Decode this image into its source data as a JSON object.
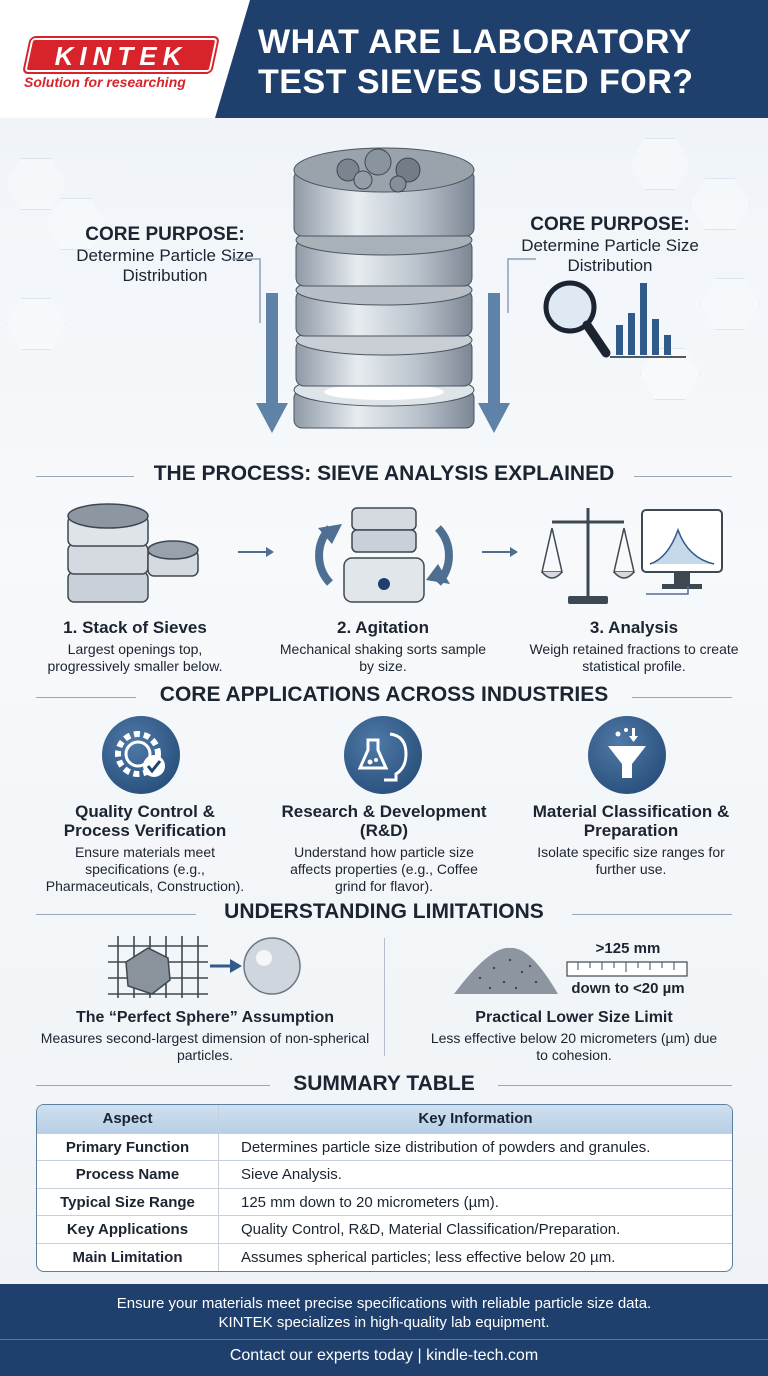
{
  "header": {
    "logo_text": "KINTEK",
    "logo_tagline": "Solution for researching",
    "title": "WHAT ARE LABORATORY TEST SIEVES USED FOR?"
  },
  "hero": {
    "left_heading": "CORE PURPOSE:",
    "left_sub": "Determine Particle Size Distribution",
    "right_heading": "CORE PURPOSE:",
    "right_sub": "Determine Particle Size Distribution"
  },
  "process": {
    "heading": "THE PROCESS: SIEVE ANALYSIS EXPLAINED",
    "steps": [
      {
        "title": "1. Stack of Sieves",
        "desc": "Largest openings top, progressively smaller below."
      },
      {
        "title": "2. Agitation",
        "desc": "Mechanical shaking sorts sample by size."
      },
      {
        "title": "3. Analysis",
        "desc": "Weigh retained fractions to create statistical profile."
      }
    ]
  },
  "applications": {
    "heading": "CORE APPLICATIONS ACROSS INDUSTRIES",
    "items": [
      {
        "title": "Quality Control & Process Verification",
        "desc": "Ensure materials meet specifications (e.g., Pharmaceuticals, Construction)."
      },
      {
        "title": "Research & Development (R&D)",
        "desc": "Understand how particle size affects properties (e.g., Coffee grind for flavor)."
      },
      {
        "title": "Material Classification & Preparation",
        "desc": "Isolate specific size ranges for further use."
      }
    ]
  },
  "limitations": {
    "heading": "UNDERSTANDING LIMITATIONS",
    "left_title": "The “Perfect Sphere” Assumption",
    "left_desc": "Measures second-largest dimension of non-spherical particles.",
    "right_title": "Practical Lower Size Limit",
    "right_desc": "Less effective below 20 micrometers (µm) due to cohesion.",
    "scale_top": ">125 mm",
    "scale_bottom": "down to <20 µm"
  },
  "summary": {
    "heading": "SUMMARY TABLE",
    "col_aspect": "Aspect",
    "col_info": "Key Information",
    "rows": [
      {
        "aspect": "Primary Function",
        "info": "Determines particle size distribution of powders and granules."
      },
      {
        "aspect": "Process Name",
        "info": "Sieve Analysis."
      },
      {
        "aspect": "Typical Size Range",
        "info": "125 mm down to 20 micrometers (µm)."
      },
      {
        "aspect": "Key Applications",
        "info": "Quality Control, R&D, Material Classification/Preparation."
      },
      {
        "aspect": "Main Limitation",
        "info": "Assumes spherical particles; less effective below 20 µm."
      }
    ]
  },
  "footer": {
    "line1": "Ensure your materials meet precise specifications with reliable particle size data.",
    "line2": "KINTEK specializes in high-quality lab equipment.",
    "contact": "Contact our experts today | kindle-tech.com"
  },
  "colors": {
    "brand_red": "#d8232a",
    "navy": "#1f3f6c",
    "icon_blue": "#2f5a8a"
  }
}
